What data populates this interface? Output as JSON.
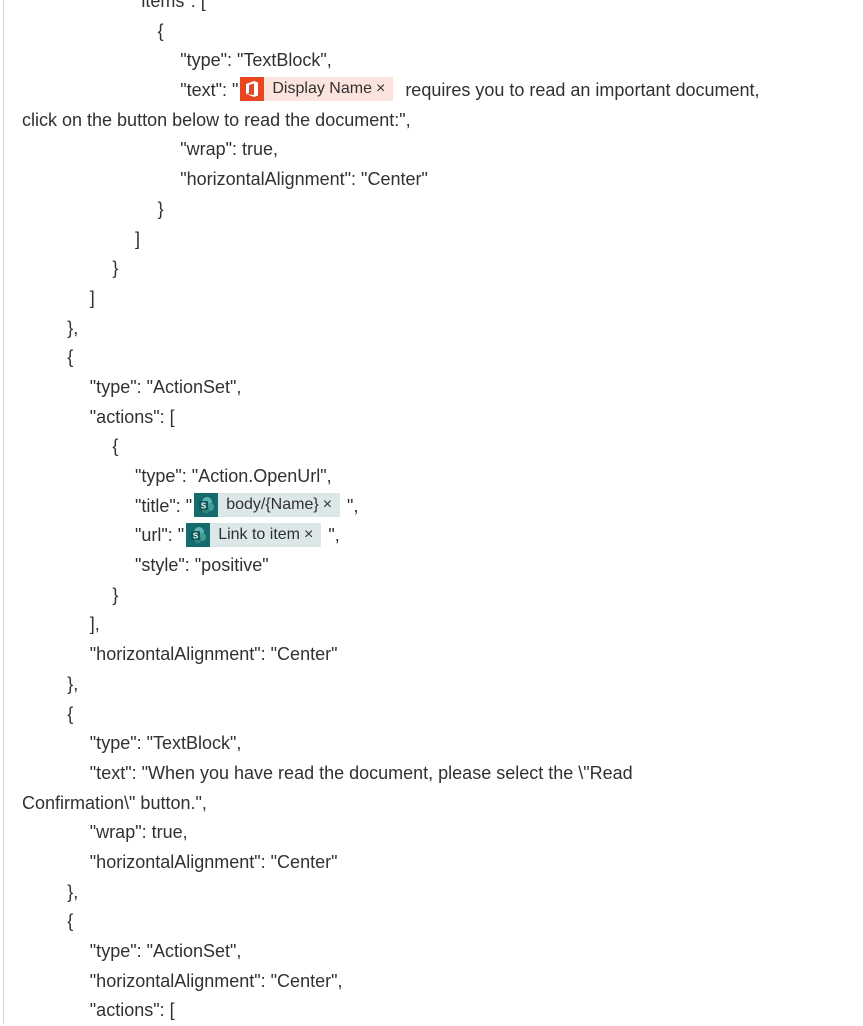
{
  "colors": {
    "office": "#e8461f",
    "sharepoint": "#156b6b",
    "office_token_bg": "#fbe3de",
    "sp_token_bg": "#dce8e8"
  },
  "lines": [
    {
      "level": 5,
      "segs": [
        {
          "t": "\"items\": ["
        }
      ]
    },
    {
      "level": 6,
      "segs": [
        {
          "t": "{"
        }
      ]
    },
    {
      "level": 7,
      "segs": [
        {
          "t": "\"type\": \"TextBlock\","
        }
      ]
    },
    {
      "level": 7,
      "segs": [
        {
          "t": "\"text\": \""
        },
        {
          "token": "Display Name",
          "icon": "office-icon",
          "kind": "office"
        },
        {
          "t": "  requires you to read an important document,"
        }
      ]
    },
    {
      "level": 0,
      "segs": [
        {
          "t": "click on the button below to read the document:\","
        }
      ]
    },
    {
      "level": 7,
      "segs": [
        {
          "t": "\"wrap\": true,"
        }
      ]
    },
    {
      "level": 7,
      "segs": [
        {
          "t": "\"horizontalAlignment\": \"Center\""
        }
      ]
    },
    {
      "level": 6,
      "segs": [
        {
          "t": "}"
        }
      ]
    },
    {
      "level": 5,
      "segs": [
        {
          "t": "]"
        }
      ]
    },
    {
      "level": 4,
      "segs": [
        {
          "t": "}"
        }
      ]
    },
    {
      "level": 3,
      "segs": [
        {
          "t": "]"
        }
      ]
    },
    {
      "level": 2,
      "segs": [
        {
          "t": "},"
        }
      ]
    },
    {
      "level": 2,
      "segs": [
        {
          "t": "{"
        }
      ]
    },
    {
      "level": 3,
      "segs": [
        {
          "t": "\"type\": \"ActionSet\","
        }
      ]
    },
    {
      "level": 3,
      "segs": [
        {
          "t": "\"actions\": ["
        }
      ]
    },
    {
      "level": 4,
      "segs": [
        {
          "t": "{"
        }
      ]
    },
    {
      "level": 5,
      "segs": [
        {
          "t": "\"type\": \"Action.OpenUrl\","
        }
      ]
    },
    {
      "level": 5,
      "segs": [
        {
          "t": "\"title\": \""
        },
        {
          "token": "body/{Name}",
          "icon": "sharepoint-icon",
          "kind": "sp"
        },
        {
          "t": " \","
        }
      ]
    },
    {
      "level": 5,
      "segs": [
        {
          "t": "\"url\": \""
        },
        {
          "token": "Link to item",
          "icon": "sharepoint-icon",
          "kind": "sp"
        },
        {
          "t": " \","
        }
      ]
    },
    {
      "level": 5,
      "segs": [
        {
          "t": "\"style\": \"positive\""
        }
      ]
    },
    {
      "level": 4,
      "segs": [
        {
          "t": "}"
        }
      ]
    },
    {
      "level": 3,
      "segs": [
        {
          "t": "],"
        }
      ]
    },
    {
      "level": 3,
      "segs": [
        {
          "t": "\"horizontalAlignment\": \"Center\""
        }
      ]
    },
    {
      "level": 2,
      "segs": [
        {
          "t": "},"
        }
      ]
    },
    {
      "level": 2,
      "segs": [
        {
          "t": "{"
        }
      ]
    },
    {
      "level": 3,
      "segs": [
        {
          "t": "\"type\": \"TextBlock\","
        }
      ]
    },
    {
      "level": 3,
      "segs": [
        {
          "t": "\"text\": \"When you have read the document, please select the \\\"Read"
        }
      ]
    },
    {
      "level": 0,
      "segs": [
        {
          "t": "Confirmation\\\" button.\","
        }
      ]
    },
    {
      "level": 3,
      "segs": [
        {
          "t": "\"wrap\": true,"
        }
      ]
    },
    {
      "level": 3,
      "segs": [
        {
          "t": "\"horizontalAlignment\": \"Center\""
        }
      ]
    },
    {
      "level": 2,
      "segs": [
        {
          "t": "},"
        }
      ]
    },
    {
      "level": 2,
      "segs": [
        {
          "t": "{"
        }
      ]
    },
    {
      "level": 3,
      "segs": [
        {
          "t": "\"type\": \"ActionSet\","
        }
      ]
    },
    {
      "level": 3,
      "segs": [
        {
          "t": "\"horizontalAlignment\": \"Center\","
        }
      ]
    },
    {
      "level": 3,
      "segs": [
        {
          "t": "\"actions\": ["
        }
      ]
    }
  ],
  "remove_glyph": "×"
}
